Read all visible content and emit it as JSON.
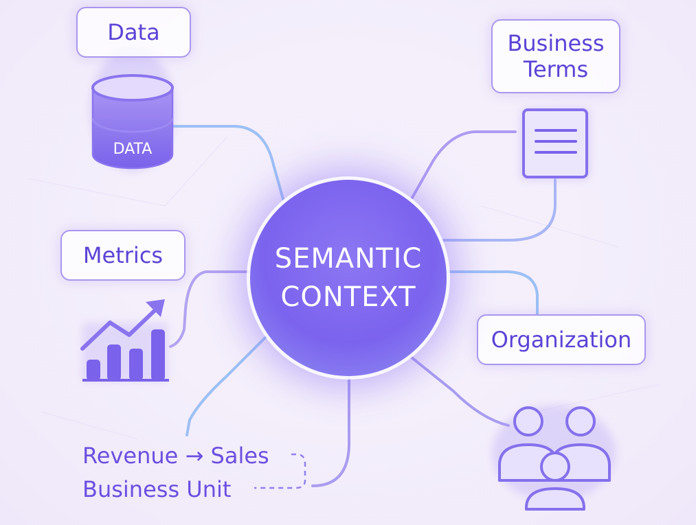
{
  "center": {
    "line1": "SEMANTIC",
    "line2": "CONTEXT"
  },
  "nodes": {
    "data": {
      "label": "Data",
      "icon": "database-icon",
      "icon_text": "DATA"
    },
    "business_terms": {
      "line1": "Business",
      "line2": "Terms",
      "icon": "document-icon"
    },
    "metrics": {
      "label": "Metrics",
      "icon": "rising-bar-chart-icon"
    },
    "organization": {
      "label": "Organization",
      "icon": "people-group-icon"
    }
  },
  "mapping": {
    "line1": "Revenue → Sales",
    "line2": "Business Unit"
  },
  "colors": {
    "accent": "#6d55ea",
    "connector_blue": "#8fb8f5",
    "connector_purple": "#a995ee",
    "background": "#f3eefc"
  }
}
